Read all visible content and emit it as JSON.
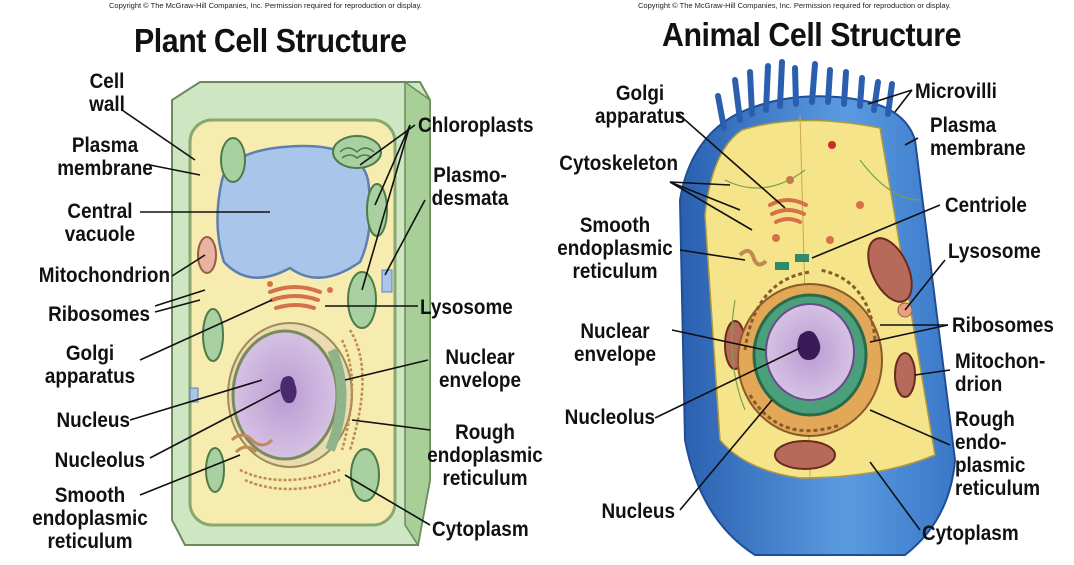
{
  "plant": {
    "copyright": "Copyright © The McGraw-Hill Companies, Inc. Permission required for reproduction or display.",
    "title": "Plant Cell Structure",
    "labels": {
      "cell_wall": "Cell\nwall",
      "plasma_membrane": "Plasma\nmembrane",
      "central_vacuole": "Central\nvacuole",
      "mitochondrion": "Mitochondrion",
      "ribosomes": "Ribosomes",
      "golgi": "Golgi\napparatus",
      "nucleus": "Nucleus",
      "nucleolus": "Nucleolus",
      "smooth_er": "Smooth\nendoplasmic\nreticulum",
      "chloroplasts": "Chloroplasts",
      "plasmodesmata": "Plasmo-\ndesmata",
      "lysosome": "Lysosome",
      "nuclear_envelope": "Nuclear\nenvelope",
      "rough_er": "Rough\nendoplasmic\nreticulum",
      "cytoplasm": "Cytoplasm"
    }
  },
  "animal": {
    "copyright": "Copyright © The McGraw-Hill Companies, Inc. Permission required for reproduction or display.",
    "title": "Animal Cell Structure",
    "labels": {
      "golgi": "Golgi\napparatus",
      "cytoskeleton": "Cytoskeleton",
      "smooth_er": "Smooth\nendoplasmic\nreticulum",
      "nuclear_envelope": "Nuclear\nenvelope",
      "nucleolus": "Nucleolus",
      "nucleus": "Nucleus",
      "microvilli": "Microvilli",
      "plasma_membrane": "Plasma\nmembrane",
      "centriole": "Centriole",
      "lysosome": "Lysosome",
      "ribosomes": "Ribosomes",
      "mitochondrion": "Mitochon-\ndrion",
      "rough_er": "Rough\nendo-\nplasmic\nreticulum",
      "cytoplasm": "Cytoplasm"
    }
  },
  "colors": {
    "cell_wall": "#bfdcb0",
    "cytoplasm": "#f8eeb4",
    "vacuole": "#a9c6ea",
    "nucleus": "#c7aed8",
    "chloroplast": "#a8d0a0",
    "animal_membrane": "#3a78c8",
    "animal_inner": "#f6e48a",
    "organelle_red": "#c85a4a"
  }
}
